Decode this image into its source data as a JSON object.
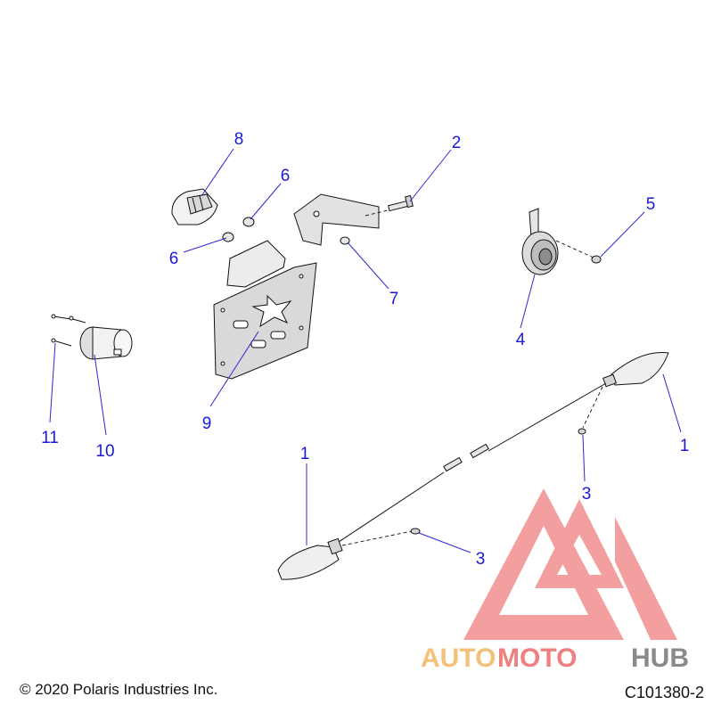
{
  "callouts": {
    "c1a": "1",
    "c1b": "1",
    "c2": "2",
    "c3a": "3",
    "c3b": "3",
    "c4": "4",
    "c5": "5",
    "c6a": "6",
    "c6b": "6",
    "c7": "7",
    "c8": "8",
    "c9": "9",
    "c10": "10",
    "c11": "11"
  },
  "footer": {
    "copyright": "© 2020 Polaris Industries Inc.",
    "drawing_id": "C101380-2"
  },
  "watermark": {
    "part1": "AUTO",
    "part2": "MOTO",
    "part3": "HUB"
  },
  "colors": {
    "callout": "#1a1ad6",
    "watermark_red": "#f08080",
    "watermark_orange": "#f4c07a",
    "watermark_gray": "#8a8a8a"
  }
}
